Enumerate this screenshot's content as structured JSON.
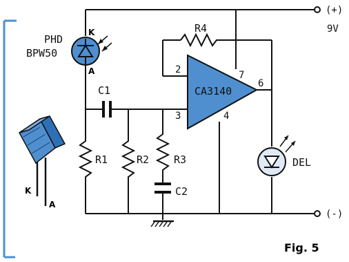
{
  "colors": {
    "accent_blue": "#4f8fd0",
    "panel_border": "#4f8fd0",
    "panel_fill": "#dfeaf6",
    "ink": "#111111"
  },
  "labels": {
    "supply_plus": "(+)",
    "supply_voltage": "9V",
    "supply_minus": "(-)",
    "photodiode_name": "PHD",
    "photodiode_part": "BPW50",
    "pin_k": "K",
    "pin_a": "A",
    "c1": "C1",
    "c2": "C2",
    "r1": "R1",
    "r2": "R2",
    "r3": "R3",
    "r4": "R4",
    "opamp": "CA3140",
    "pin_2": "2",
    "pin_3": "3",
    "pin_4": "4",
    "pin_6": "6",
    "pin_7": "7",
    "led": "DEL",
    "component_k": "K",
    "component_a": "A",
    "figure": "Fig. 5"
  },
  "icons": {
    "photodiode": "photodiode-icon",
    "led": "led-icon",
    "ground": "ground-icon",
    "opamp": "opamp-triangle-icon",
    "component_3d": "photodiode-package-icon"
  }
}
